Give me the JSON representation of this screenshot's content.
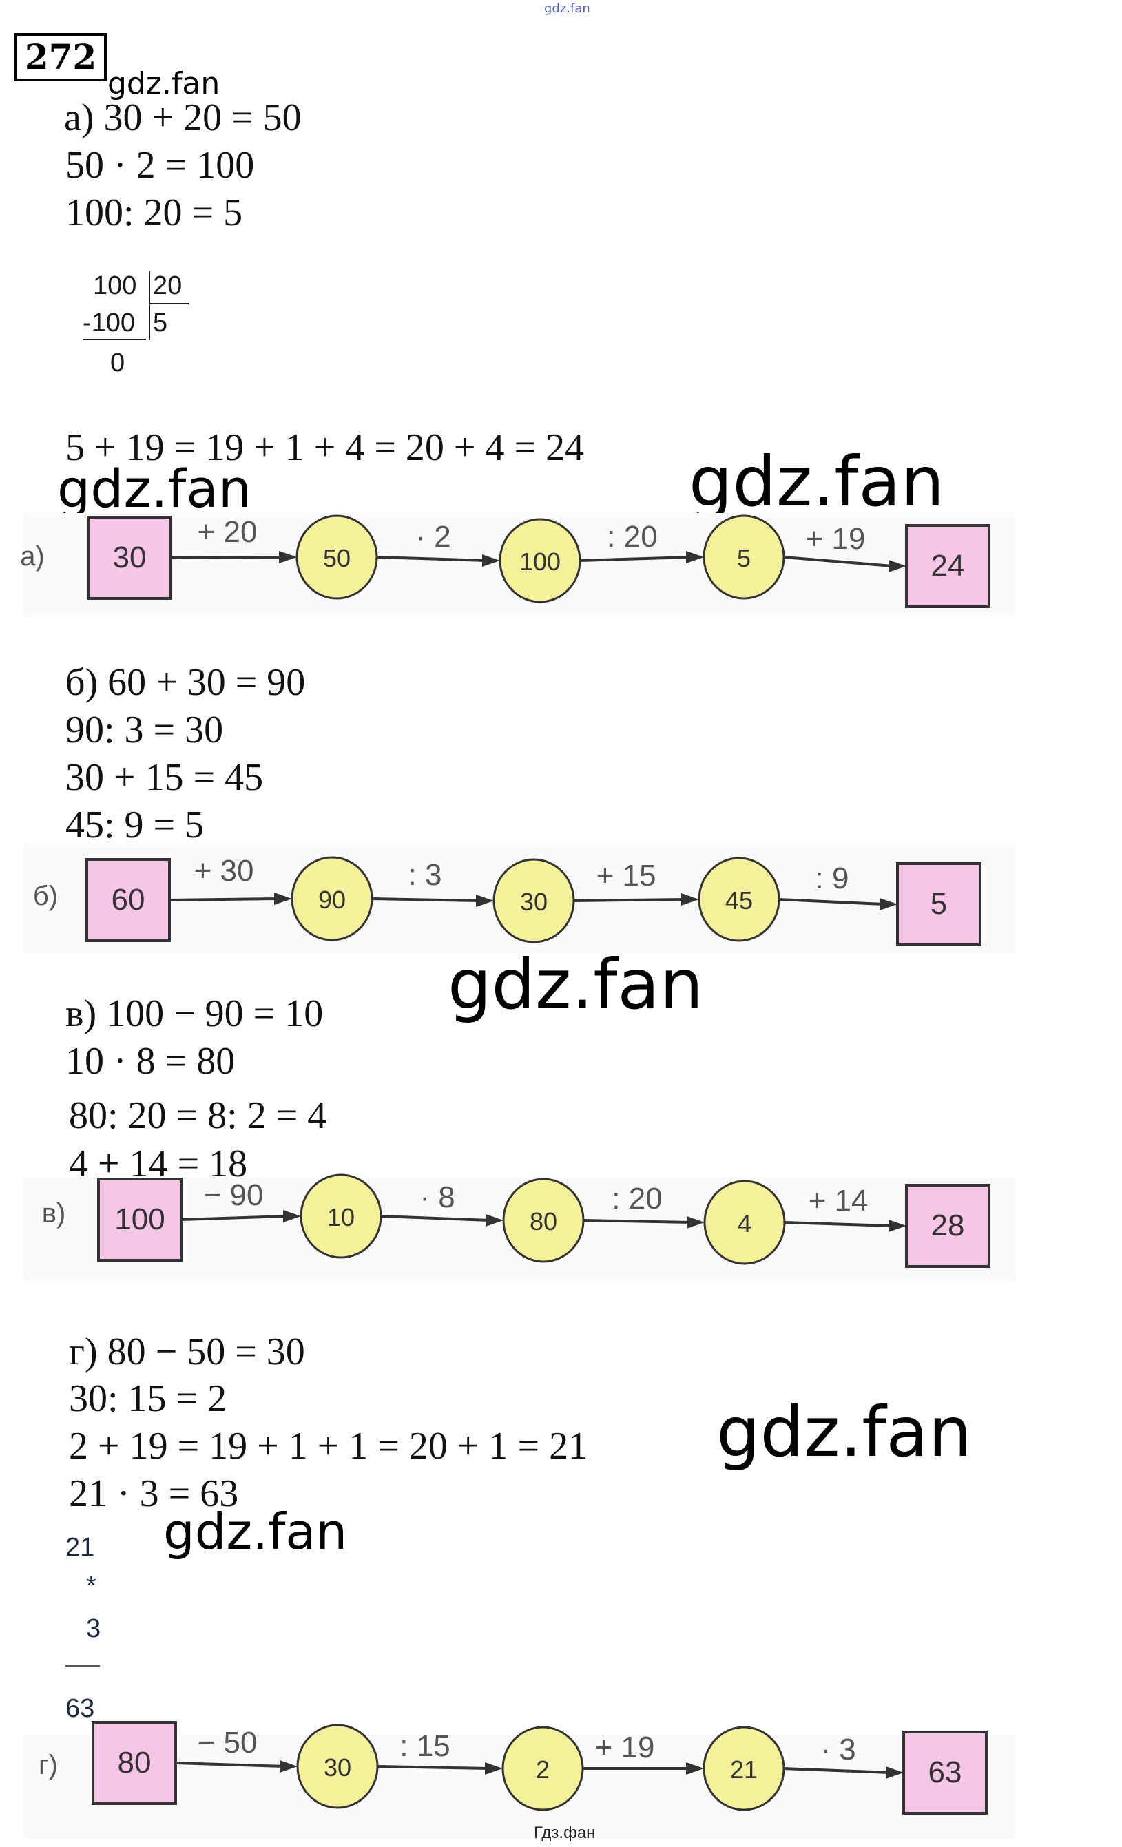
{
  "header": {
    "watermark_top": "gdz.fan",
    "problem_number": "272",
    "watermark_small": "gdz.fan"
  },
  "watermarks": [
    "gdz.fan",
    "gdz.fan",
    "gdz.fan",
    "gdz.fan",
    "gdz.fan"
  ],
  "part_a": {
    "lines": [
      "а) 30 + 20 = 50",
      "50 · 2 = 100",
      "100: 20 = 5"
    ],
    "division": {
      "dividend": "100",
      "divisor": "20",
      "subtract": "-100",
      "quotient": "5",
      "remainder": "0"
    },
    "extra": "5 + 19 = 19 + 1 + 4 = 20 + 4 = 24"
  },
  "part_b": {
    "lines": [
      "б) 60 + 30 = 90",
      "90: 3 = 30",
      "30 + 15 = 45",
      "45: 9 = 5"
    ]
  },
  "part_v": {
    "lines": [
      "в) 100 − 90 = 10",
      "10 · 8 = 80",
      "80: 20 = 8: 2 = 4",
      "4 + 14 = 18"
    ]
  },
  "part_g": {
    "lines": [
      "г) 80 − 50 = 30",
      "30: 15 = 2",
      "2 + 19 = 19 + 1 + 1 = 20 + 1 = 21",
      "21 · 3 = 63"
    ],
    "column": {
      "a": "21",
      "op": "*",
      "b": "3",
      "line": "—",
      "result": "63"
    }
  },
  "diagrams": [
    {
      "label": "а)",
      "nodes": [
        "30",
        "50",
        "100",
        "5",
        "24"
      ],
      "ops": [
        "+ 20",
        "· 2",
        ": 20",
        "+ 19"
      ]
    },
    {
      "label": "б)",
      "nodes": [
        "60",
        "90",
        "30",
        "45",
        "5"
      ],
      "ops": [
        "+ 30",
        ": 3",
        "+ 15",
        ": 9"
      ]
    },
    {
      "label": "в)",
      "nodes": [
        "100",
        "10",
        "80",
        "4",
        "28"
      ],
      "ops": [
        "− 90",
        "· 8",
        ": 20",
        "+ 14"
      ]
    },
    {
      "label": "г)",
      "nodes": [
        "80",
        "30",
        "2",
        "21",
        "63"
      ],
      "ops": [
        "− 50",
        ": 15",
        "+ 19",
        "· 3"
      ]
    }
  ],
  "colors": {
    "square": "#f7c6e6",
    "circle": "#f5f09a",
    "stroke": "#333333"
  },
  "footer": "Гдз.фан"
}
